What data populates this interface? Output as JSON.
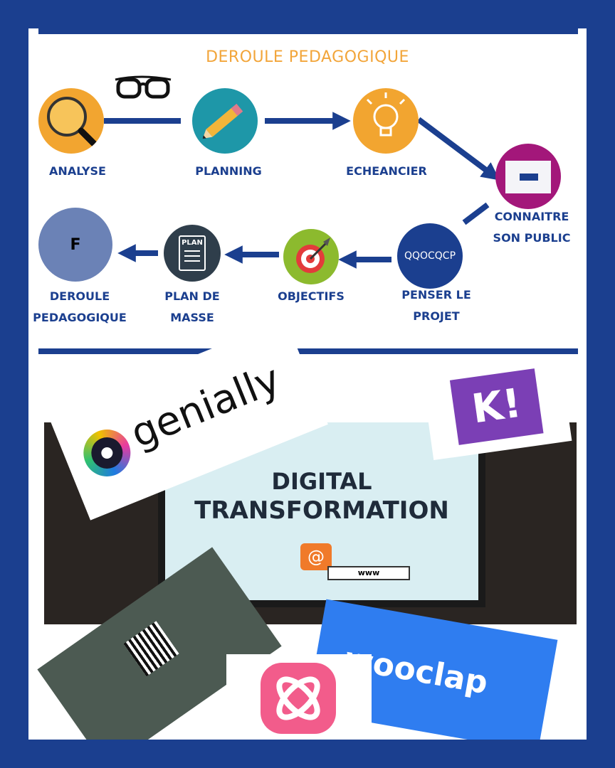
{
  "diagram": {
    "title": "DEROULE PEDAGOGIQUE",
    "steps": [
      {
        "label_lines": [
          "ANALYSE"
        ],
        "icon": "magnifier-icon",
        "color": "#f2a530"
      },
      {
        "label_lines": [
          "PLANNING"
        ],
        "icon": "pencil-icon",
        "color": "#1e97a8"
      },
      {
        "label_lines": [
          "ECHEANCIER"
        ],
        "icon": "lightbulb-icon",
        "color": "#f2a530"
      },
      {
        "label_lines": [
          "CONNAITRE",
          "SON PUBLIC"
        ],
        "icon": "screen-icon",
        "color": "#a3177a"
      },
      {
        "label_lines": [
          "PENSER LE",
          "PROJET"
        ],
        "node_text": "QQOCQCP",
        "color": "#1b3f8f"
      },
      {
        "label_lines": [
          "OBJECTIFS"
        ],
        "icon": "target-icon",
        "color": "#8cba2e"
      },
      {
        "label_lines": [
          "PLAN DE",
          "MASSE"
        ],
        "icon": "plan-document-icon",
        "icon_text": "PLAN",
        "color": "#2f3e4b"
      },
      {
        "label_lines": [
          "DEROULE",
          "PEDAGOGIQUE"
        ],
        "node_text": "F",
        "color": "#6b82b6"
      }
    ],
    "decor_icon": "glasses-icon",
    "arrow_color": "#1b3f8f"
  },
  "collage": {
    "brand_genially": "genially",
    "brand_kahoot": "K!",
    "screen_line1": "DIGITAL",
    "screen_line2": "TRANSFORMATION",
    "search_text": "www",
    "brand_wooclap": "wooclap",
    "colors": {
      "kahoot": "#7b3fb5",
      "wooclap": "#2f7df0",
      "mindmeister": "#f25c8b"
    }
  }
}
